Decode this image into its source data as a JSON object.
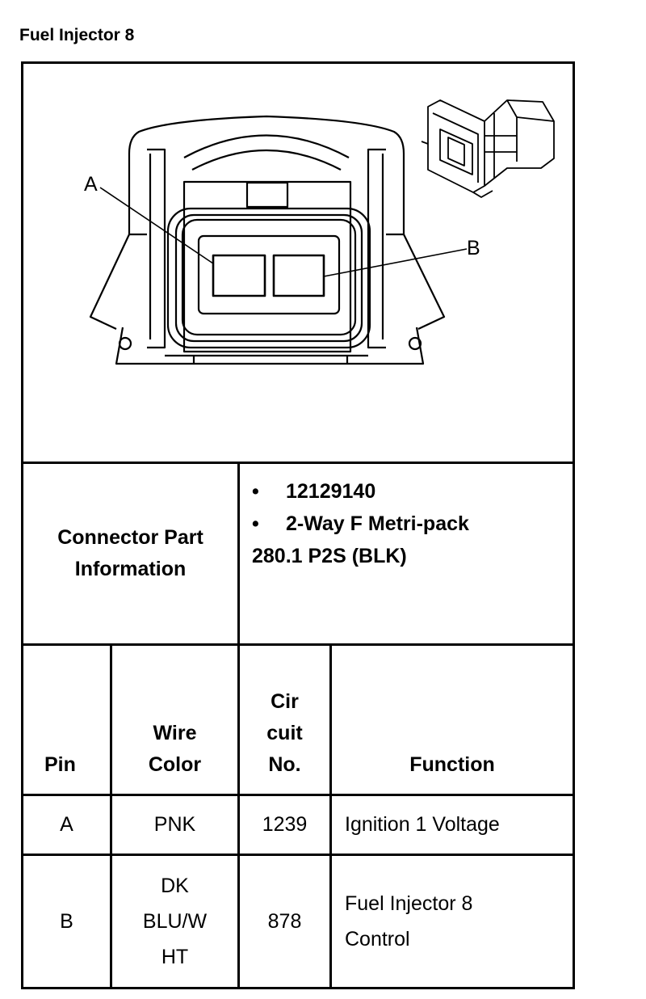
{
  "title": "Fuel Injector 8",
  "diagram": {
    "label_a": "A",
    "label_b": "B",
    "icon": "connector-face-icon",
    "inset_icon": "connector-3d-icon"
  },
  "connector_info": {
    "label_line1": "Connector Part",
    "label_line2": "Information",
    "items": [
      "12129140",
      "2-Way F Metri-pack"
    ],
    "item_continuation": "280.1 P2S (BLK)"
  },
  "table": {
    "headers": {
      "pin": "Pin",
      "wire_color_l1": "Wire",
      "wire_color_l2": "Color",
      "circuit_l1": "Cir",
      "circuit_l2": "cuit",
      "circuit_l3": "No.",
      "function": "Function"
    },
    "rows": [
      {
        "pin": "A",
        "wire_color": [
          "PNK"
        ],
        "circuit": "1239",
        "function": [
          "Ignition 1 Voltage"
        ]
      },
      {
        "pin": "B",
        "wire_color": [
          "DK",
          "BLU/W",
          "HT"
        ],
        "circuit": "878",
        "function": [
          "Fuel Injector 8",
          "Control"
        ]
      }
    ]
  }
}
